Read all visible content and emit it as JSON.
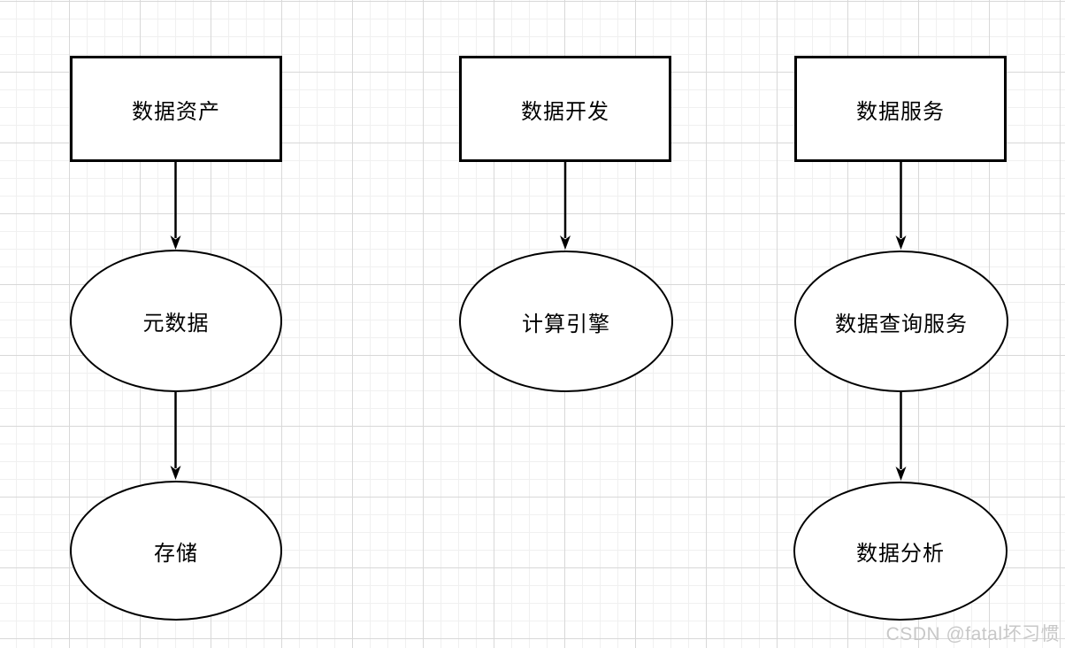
{
  "diagram": {
    "nodes": [
      {
        "id": "data-assets",
        "shape": "rectangle",
        "label": "数据资产"
      },
      {
        "id": "metadata",
        "shape": "ellipse",
        "label": "元数据"
      },
      {
        "id": "storage",
        "shape": "ellipse",
        "label": "存储"
      },
      {
        "id": "data-development",
        "shape": "rectangle",
        "label": "数据开发"
      },
      {
        "id": "compute-engine",
        "shape": "ellipse",
        "label": "计算引擎"
      },
      {
        "id": "data-services",
        "shape": "rectangle",
        "label": "数据服务"
      },
      {
        "id": "data-query-service",
        "shape": "ellipse",
        "label": "数据查询服务"
      },
      {
        "id": "data-analysis",
        "shape": "ellipse",
        "label": "数据分析"
      }
    ],
    "edges": [
      {
        "from": "data-assets",
        "to": "metadata"
      },
      {
        "from": "metadata",
        "to": "storage"
      },
      {
        "from": "data-development",
        "to": "compute-engine"
      },
      {
        "from": "data-services",
        "to": "data-query-service"
      },
      {
        "from": "data-query-service",
        "to": "data-analysis"
      }
    ]
  },
  "watermark": {
    "text": "CSDN @fatal坏习惯"
  },
  "colors": {
    "background": "#ffffff",
    "shape_fill": "#ffffff",
    "shape_stroke": "#000000",
    "grid_minor": "#f0f0f0",
    "grid_major": "#d8d8d8",
    "watermark": "#c8c8c8"
  }
}
